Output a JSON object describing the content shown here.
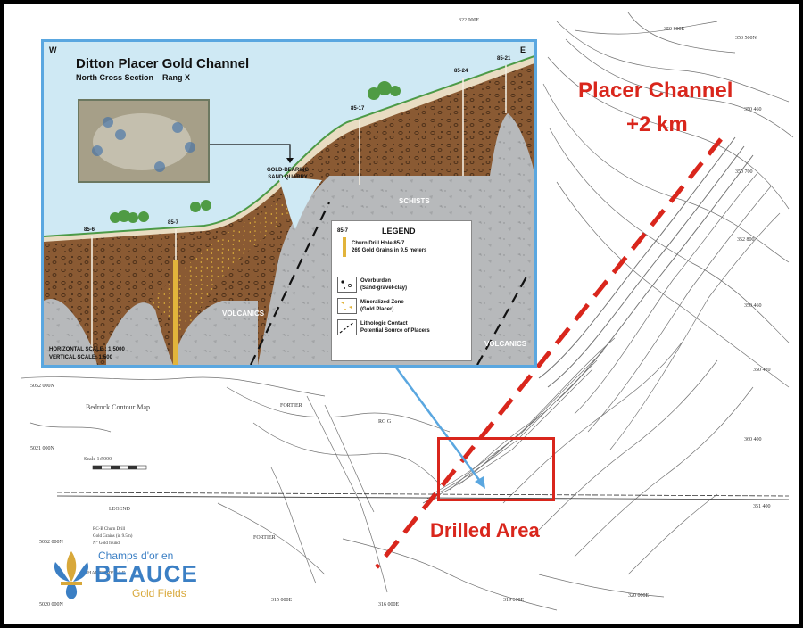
{
  "colors": {
    "accent_red": "#d9261c",
    "inset_border": "#5aa7e0",
    "overburden": "#8a5a33",
    "bedrock": "#b7b9bb",
    "sky": "#cfe9f4",
    "gold": "#e2b43b",
    "logo_blue": "#3b7fc4",
    "logo_gold": "#d8a83a"
  },
  "inset": {
    "title": "Ditton Placer Gold Channel",
    "subtitle": "North Cross Section – Rang X",
    "west_label": "W",
    "east_label": "E",
    "quarry_label_line1": "GOLD-BEARING",
    "quarry_label_line2": "SAND QUARRY",
    "rock_labels": {
      "schists": "SCHISTS",
      "volcanics_left": "VOLCANICS",
      "volcanics_right": "VOLCANICS"
    },
    "drill_holes": [
      "85-6",
      "85-7",
      "85-17",
      "85-24",
      "85-21"
    ],
    "horizontal_scale": "HORIZONTAL SCALE : 1:5000",
    "vertical_scale": "VERTICAL SCALE: 1:500",
    "legend": {
      "title": "LEGEND",
      "hole_id": "85-7",
      "hole_desc_line1": "Churn Drill Hole 85-7",
      "hole_desc_line2": "269 Gold Grains in 9.5 meters",
      "overburden_line1": "Overburden",
      "overburden_line2": "(Sand-gravel-clay)",
      "mineralized_line1": "Mineralized Zone",
      "mineralized_line2": "(Gold Placer)",
      "contact_line1": "Lithologic Contact",
      "contact_line2": "Potential Source of Placers"
    }
  },
  "callouts": {
    "placer_line1": "Placer Channel",
    "placer_line2": "+2 km",
    "drilled_area": "Drilled Area"
  },
  "map_labels": {
    "bedrock_map": "Bedrock Contour Map",
    "scale": "Scale 1:5000",
    "legend": "LEGEND",
    "town": "CHARTIERVILLE"
  },
  "logo": {
    "line1": "Champs d'or en",
    "line2": "BEAUCE",
    "line3": "Gold Fields"
  }
}
